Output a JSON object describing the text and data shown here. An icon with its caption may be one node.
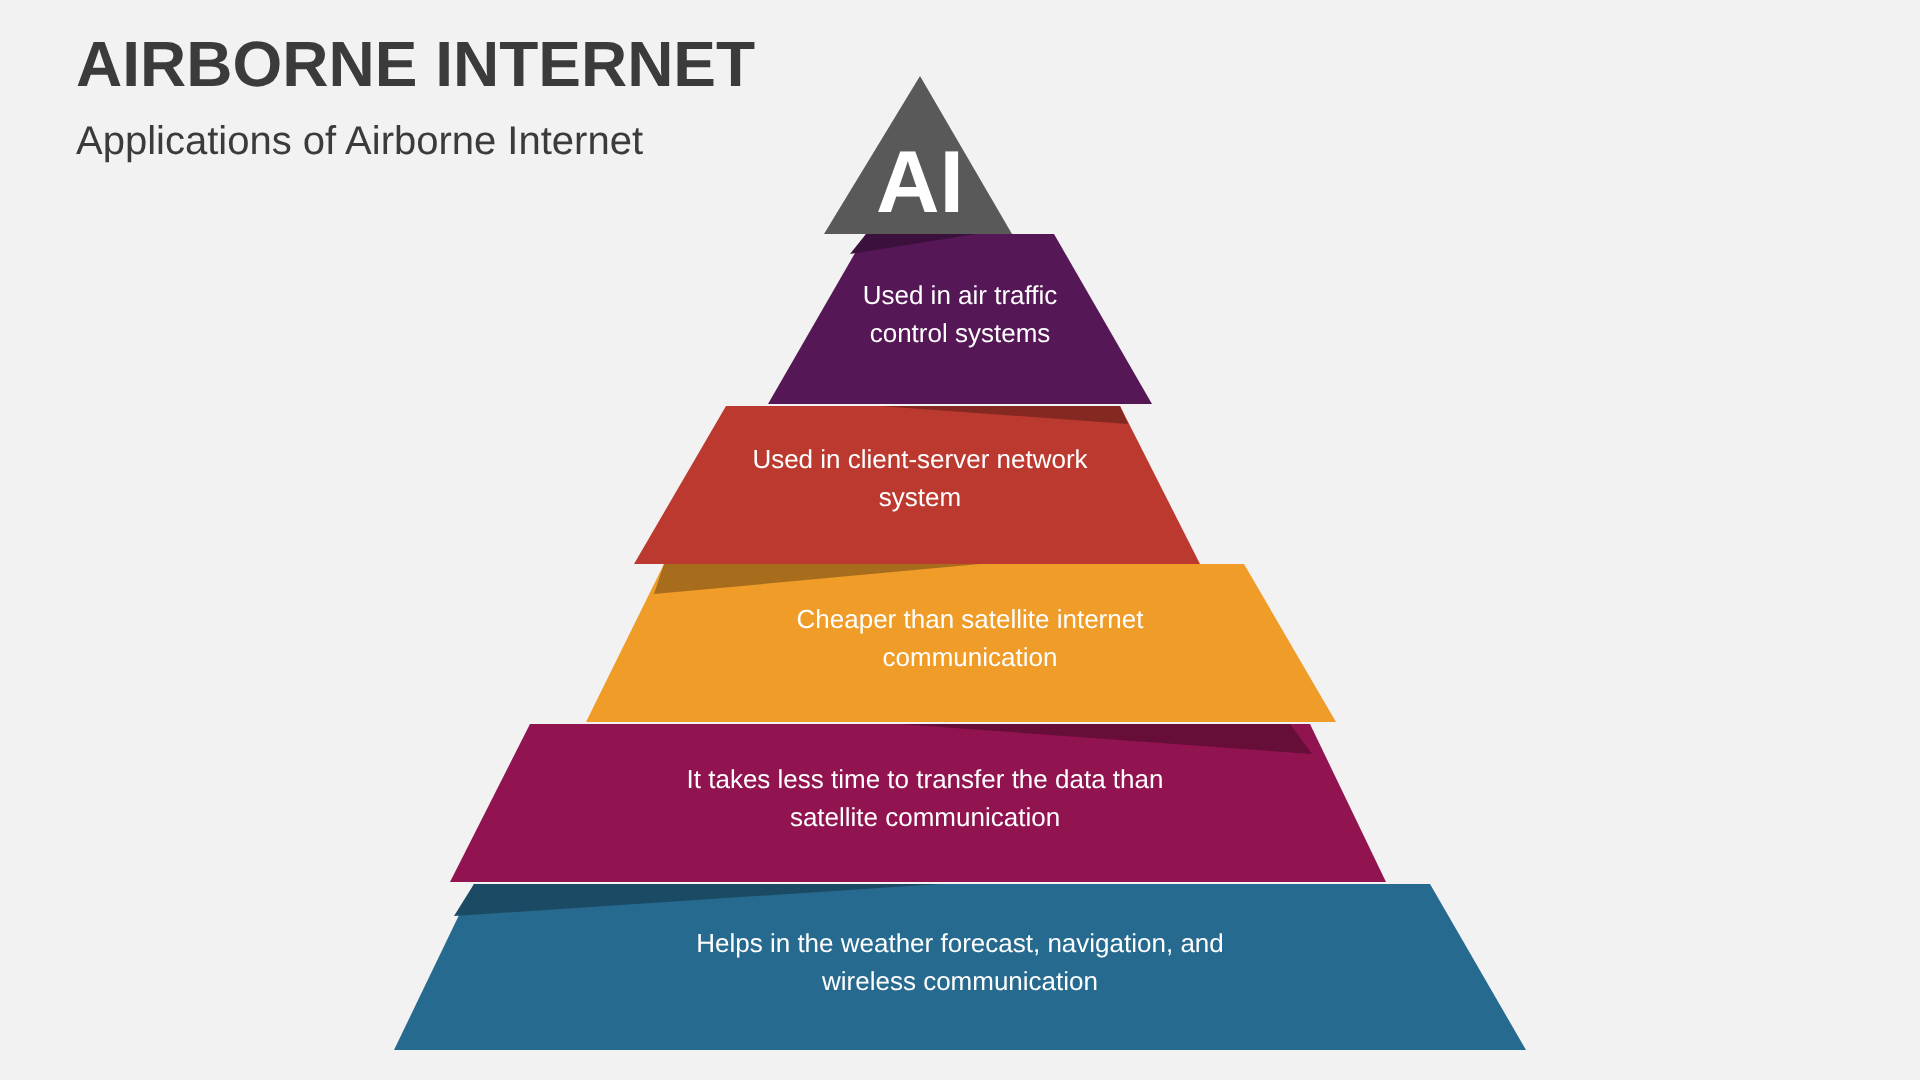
{
  "diagram": {
    "title": "AIRBORNE INTERNET",
    "nodes": [
      {
        "text": [
          "AI"
        ]
      },
      {
        "text": [
          "Used in air traffic control systems"
        ]
      },
      {
        "text": [
          "Used in client-server network system"
        ]
      },
      {
        "text": [
          "Cheaper than satellite internet communication"
        ]
      },
      {
        "text": [
          "It takes less time to transfer the data than satellite communication"
        ]
      },
      {
        "text": [
          "Helps in the weather forecast, navigation, and wireless communication"
        ]
      }
    ],
    "labels": [
      "Applications of Airborne Internet"
    ]
  }
}
